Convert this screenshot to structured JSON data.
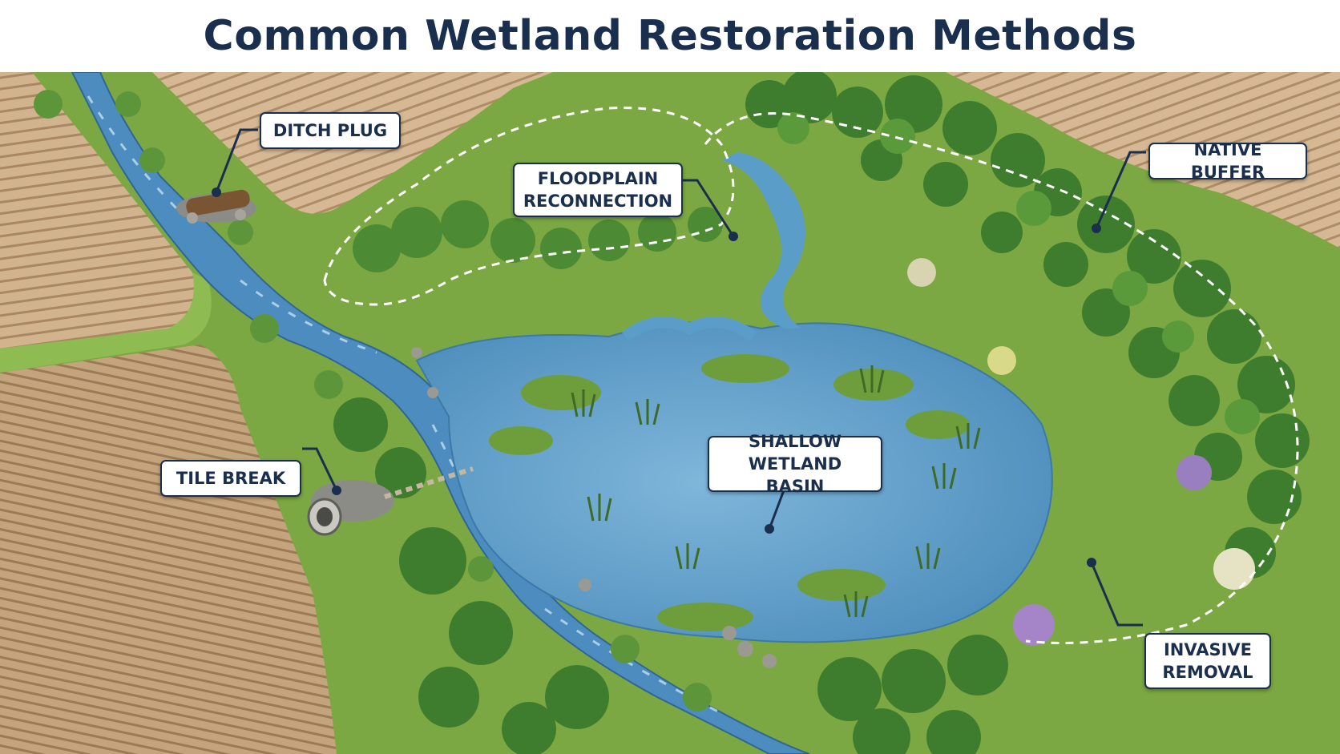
{
  "title": "Common Wetland Restoration Methods",
  "labels": {
    "ditch_plug": "DITCH PLUG",
    "floodplain_reconnection": "FLOODPLAIN\nRECONNECTION",
    "native_buffer": "NATIVE BUFFER",
    "tile_break": "TILE BREAK",
    "shallow_wetland_basin": "SHALLOW\nWETLAND BASIN",
    "invasive_removal": "INVASIVE\nREMOVAL"
  },
  "colors": {
    "label_text": "#1a2e4d",
    "water": "#5b9dc9",
    "grass": "#7fae45",
    "field": "#c9ab86",
    "trees": "#3f7d2e"
  }
}
